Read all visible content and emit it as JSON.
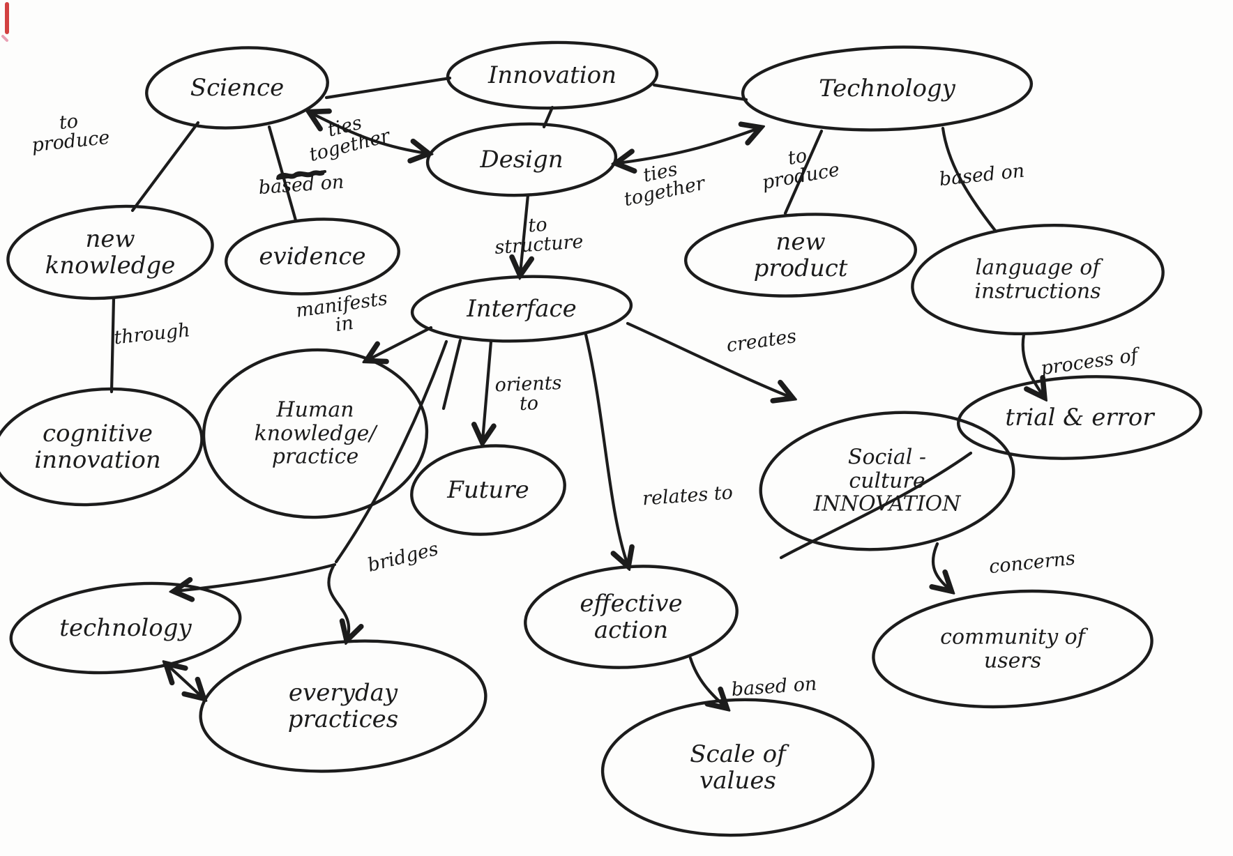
{
  "diagram": {
    "type": "hand-drawn concept map",
    "ink_color": "#1c1c1c",
    "paper_color": "#fdfdfc",
    "accent_mark_color": "#d24040",
    "nodes": [
      {
        "id": "science",
        "label": "Science"
      },
      {
        "id": "innovation",
        "label": "Innovation"
      },
      {
        "id": "technology",
        "label": "Technology"
      },
      {
        "id": "design",
        "label": "Design"
      },
      {
        "id": "new-knowledge",
        "label": "new\nknowledge"
      },
      {
        "id": "evidence",
        "label": "evidence"
      },
      {
        "id": "cognitive-innovation",
        "label": "cognitive\ninnovation"
      },
      {
        "id": "interface",
        "label": "Interface"
      },
      {
        "id": "new-product",
        "label": "new\nproduct"
      },
      {
        "id": "language-of-instructions",
        "label": "language of\ninstructions"
      },
      {
        "id": "trial-and-error",
        "label": "trial & error"
      },
      {
        "id": "human-knowledge-practice",
        "label": "Human\nknowledge/\npractice"
      },
      {
        "id": "future",
        "label": "Future"
      },
      {
        "id": "social-culture-innovation",
        "label": "Social -\nculture\nINNOVATION"
      },
      {
        "id": "technology-2",
        "label": "technology"
      },
      {
        "id": "everyday-practices",
        "label": "everyday\npractices"
      },
      {
        "id": "effective-action",
        "label": "effective\naction"
      },
      {
        "id": "community-of-users",
        "label": "community of\nusers"
      },
      {
        "id": "scale-of-values",
        "label": "Scale of\nvalues"
      }
    ],
    "edges": [
      {
        "from": "science",
        "to": "new-knowledge",
        "label": "to\nproduce"
      },
      {
        "from": "science",
        "to": "evidence",
        "label": "based on"
      },
      {
        "from": "science",
        "to": "design",
        "label": "ties\ntogether"
      },
      {
        "from": "design",
        "to": "technology",
        "label": "ties\ntogether"
      },
      {
        "from": "technology",
        "to": "new-product",
        "label": "to\nproduce"
      },
      {
        "from": "technology",
        "to": "language-of-instructions",
        "label": "based on"
      },
      {
        "from": "new-knowledge",
        "to": "cognitive-innovation",
        "label": "through"
      },
      {
        "from": "design",
        "to": "interface",
        "label": "to\nstructure"
      },
      {
        "from": "interface",
        "to": "human-knowledge-practice",
        "label": "manifests\nin"
      },
      {
        "from": "interface",
        "to": "future",
        "label": "orients\nto"
      },
      {
        "from": "interface",
        "to": "social-culture-innovation",
        "label": "creates"
      },
      {
        "from": "interface",
        "to": "effective-action",
        "label": "relates to"
      },
      {
        "from": "language-of-instructions",
        "to": "trial-and-error",
        "label": "process of"
      },
      {
        "from": "human-knowledge-practice",
        "to": "technology-2 / everyday-practices",
        "label": "bridges"
      },
      {
        "from": "social-culture-innovation",
        "to": "community-of-users",
        "label": "concerns"
      },
      {
        "from": "effective-action",
        "to": "scale-of-values",
        "label": "based on"
      },
      {
        "from": "innovation",
        "to": "science",
        "label": ""
      },
      {
        "from": "innovation",
        "to": "design",
        "label": ""
      },
      {
        "from": "innovation",
        "to": "technology",
        "label": ""
      },
      {
        "from": "technology-2",
        "to": "everyday-practices",
        "label": ""
      }
    ]
  }
}
